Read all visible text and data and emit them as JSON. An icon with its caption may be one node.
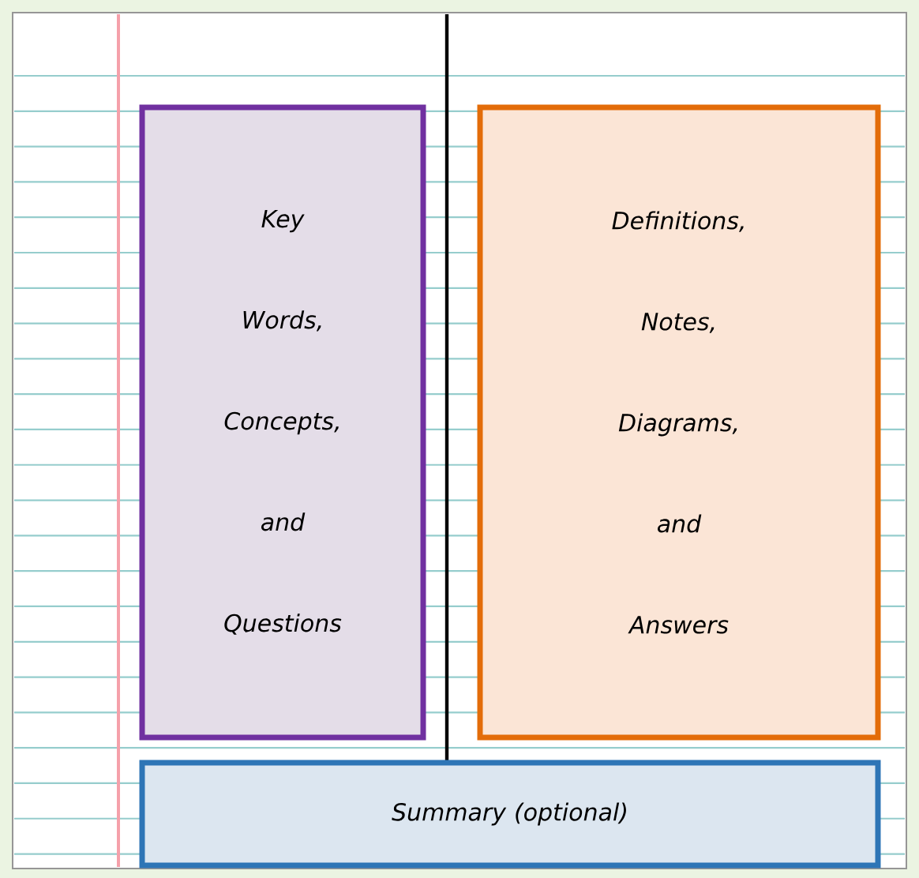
{
  "diagram": {
    "nodes": [
      {
        "text": [
          "Key Words, Concepts, and Questions"
        ]
      },
      {
        "text": [
          "Definitions, Notes, Diagrams, and Answers"
        ]
      },
      {
        "text": [
          "Summary (optional)"
        ]
      }
    ]
  }
}
